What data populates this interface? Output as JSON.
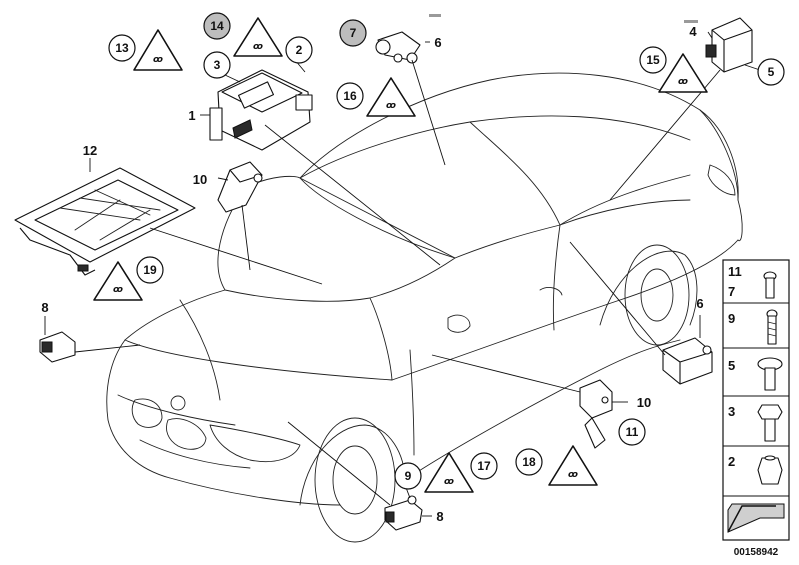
{
  "callouts": {
    "c1": "1",
    "c2": "2",
    "c3": "3",
    "c4": "4",
    "c5": "5",
    "c6a": "6",
    "c6b": "6",
    "c7": "7",
    "c8a": "8",
    "c8b": "8",
    "c9": "9",
    "c10a": "10",
    "c10b": "10",
    "c11": "11",
    "c12": "12",
    "c13": "13",
    "c14": "14",
    "c15": "15",
    "c16": "16",
    "c17": "17",
    "c18": "18",
    "c19": "19"
  },
  "legend": {
    "row1_a": "11",
    "row1_b": "7",
    "row2": "9",
    "row3": "5",
    "row4": "3",
    "row5": "2"
  },
  "part_number": "00158942"
}
